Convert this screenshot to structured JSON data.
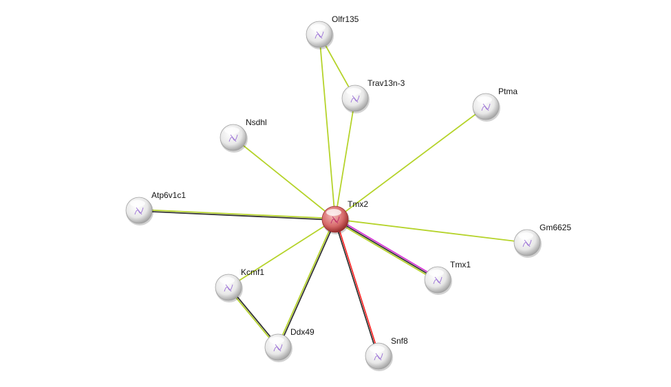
{
  "network": {
    "nodes": [
      {
        "id": "Tmx2",
        "label": "Tmx2",
        "query": true
      },
      {
        "id": "Olfr135",
        "label": "Olfr135"
      },
      {
        "id": "Trav13n-3",
        "label": "Trav13n-3"
      },
      {
        "id": "Ptma",
        "label": "Ptma"
      },
      {
        "id": "Nsdhl",
        "label": "Nsdhl"
      },
      {
        "id": "Atp6v1c1",
        "label": "Atp6v1c1"
      },
      {
        "id": "Gm6625",
        "label": "Gm6625"
      },
      {
        "id": "Tmx1",
        "label": "Tmx1"
      },
      {
        "id": "Kcmf1",
        "label": "Kcmf1"
      },
      {
        "id": "Ddx49",
        "label": "Ddx49"
      },
      {
        "id": "Snf8",
        "label": "Snf8"
      }
    ],
    "edges": [
      {
        "source": "Tmx2",
        "target": "Olfr135",
        "evidence": [
          "textmining"
        ]
      },
      {
        "source": "Olfr135",
        "target": "Trav13n-3",
        "evidence": [
          "textmining"
        ]
      },
      {
        "source": "Tmx2",
        "target": "Trav13n-3",
        "evidence": [
          "textmining"
        ]
      },
      {
        "source": "Tmx2",
        "target": "Ptma",
        "evidence": [
          "textmining"
        ]
      },
      {
        "source": "Tmx2",
        "target": "Nsdhl",
        "evidence": [
          "textmining"
        ]
      },
      {
        "source": "Tmx2",
        "target": "Atp6v1c1",
        "evidence": [
          "coexpression",
          "textmining"
        ]
      },
      {
        "source": "Tmx2",
        "target": "Gm6625",
        "evidence": [
          "textmining"
        ]
      },
      {
        "source": "Tmx2",
        "target": "Tmx1",
        "evidence": [
          "homology",
          "coexpression",
          "textmining"
        ]
      },
      {
        "source": "Tmx2",
        "target": "Kcmf1",
        "evidence": [
          "textmining"
        ]
      },
      {
        "source": "Tmx2",
        "target": "Ddx49",
        "evidence": [
          "coexpression",
          "textmining"
        ]
      },
      {
        "source": "Kcmf1",
        "target": "Ddx49",
        "evidence": [
          "coexpression",
          "textmining"
        ]
      },
      {
        "source": "Tmx2",
        "target": "Snf8",
        "evidence": [
          "fusion",
          "coexpression"
        ]
      }
    ]
  },
  "colors": {
    "textmining": "#b5d32a",
    "coexpression": "#333333",
    "homology": "#d633d6",
    "fusion": "#ff2a2a",
    "query_node": "#d05050",
    "node": "#e6e6e6"
  }
}
